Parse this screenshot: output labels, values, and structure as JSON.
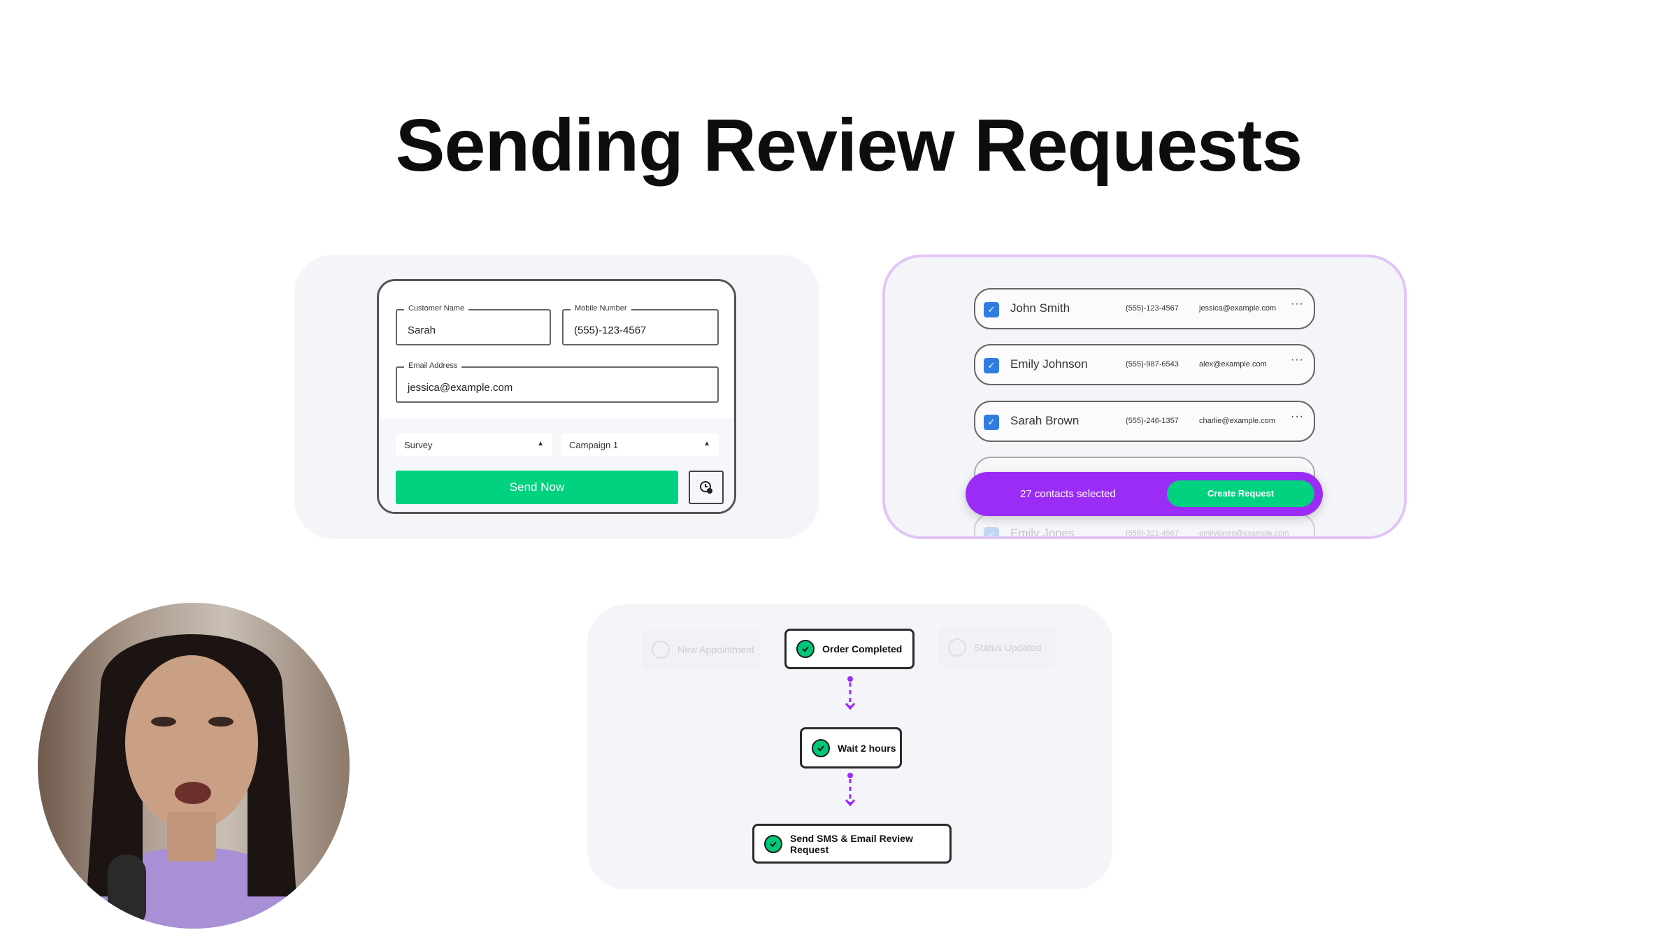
{
  "title": "Sending Review Requests",
  "form": {
    "customer_name_label": "Customer Name",
    "customer_name_value": "Sarah",
    "mobile_label": "Mobile Number",
    "mobile_value": "(555)-123-4567",
    "email_label": "Email Address",
    "email_value": "jessica@example.com",
    "type_select": "Survey",
    "campaign_select": "Campaign 1",
    "send_label": "Send Now"
  },
  "contacts": {
    "rows": [
      {
        "name": "John Smith",
        "phone": "(555)-123-4567",
        "email": "jessica@example.com"
      },
      {
        "name": "Emily Johnson",
        "phone": "(555)-987-6543",
        "email": "alex@example.com"
      },
      {
        "name": "Sarah Brown",
        "phone": "(555)-246-1357",
        "email": "charlie@example.com"
      }
    ],
    "partial_row": {
      "name": "Emily Jones",
      "phone": "(555)-321-4567",
      "email": "emilyjones@example.com"
    },
    "selected_count": "27 contacts selected",
    "create_label": "Create Request",
    "colors": {
      "bar": "#9a2cf5",
      "accent": "#00d27f",
      "checkbox": "#2f7de1"
    }
  },
  "workflow": {
    "trigger_left": "New Appointment",
    "trigger_active": "Order Completed",
    "trigger_right": "Status Updated",
    "wait": "Wait 2 hours",
    "action": "Send SMS & Email Review Request"
  }
}
